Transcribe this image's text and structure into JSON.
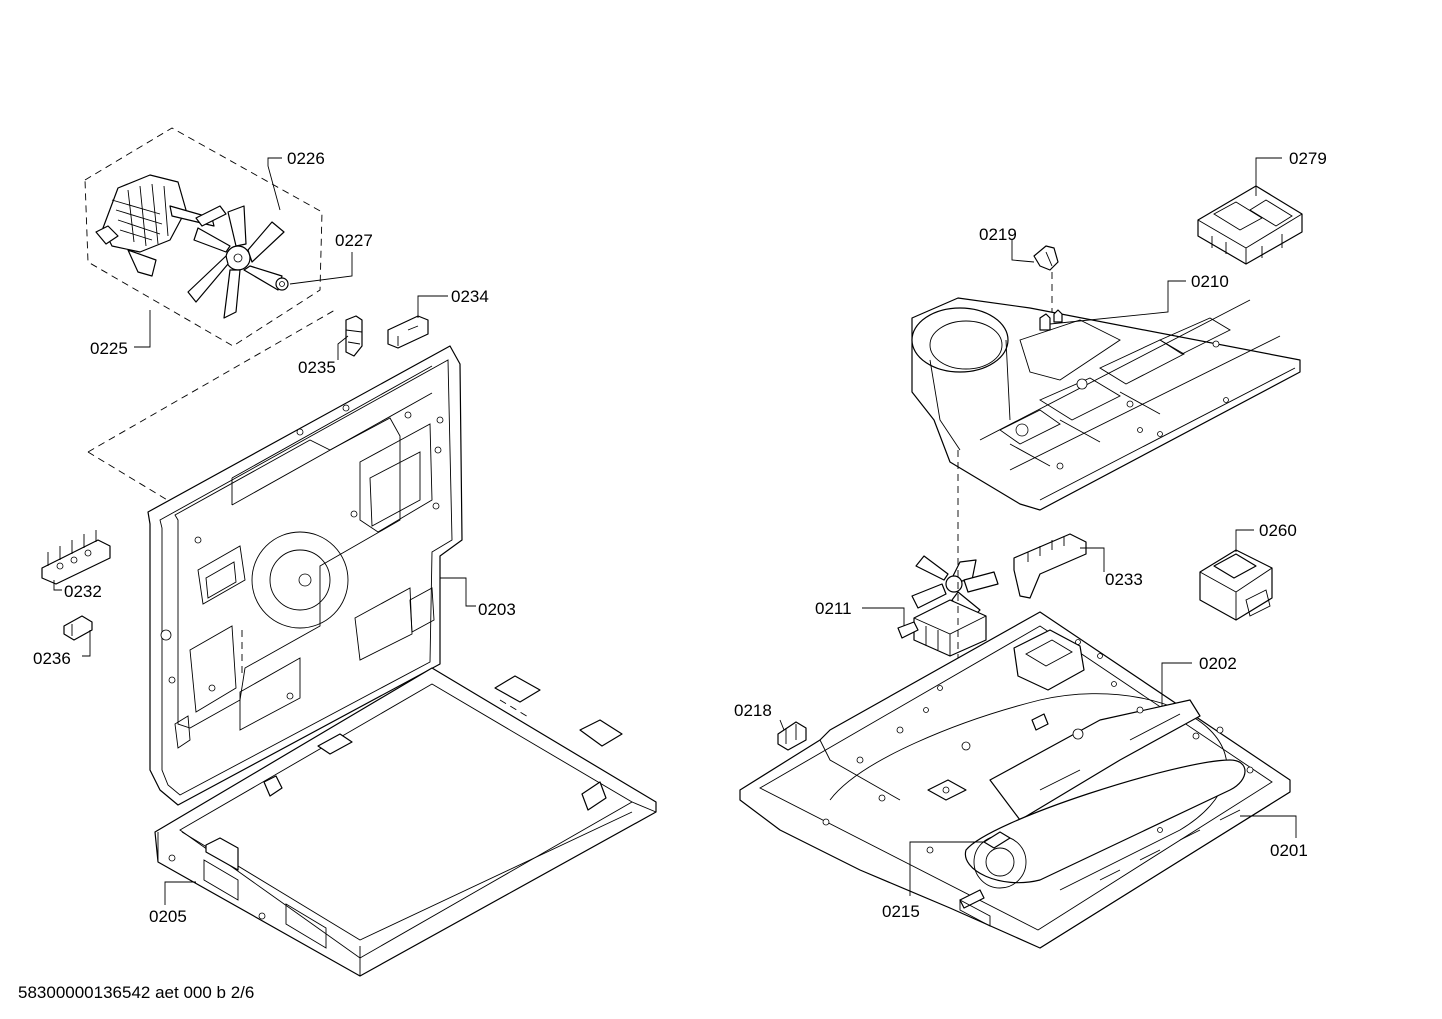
{
  "labels": {
    "p0201": "0201",
    "p0202": "0202",
    "p0203": "0203",
    "p0205": "0205",
    "p0210": "0210",
    "p0211": "0211",
    "p0215": "0215",
    "p0218": "0218",
    "p0219": "0219",
    "p0225": "0225",
    "p0226": "0226",
    "p0227": "0227",
    "p0232": "0232",
    "p0233": "0233",
    "p0234": "0234",
    "p0235": "0235",
    "p0236": "0236",
    "p0260": "0260",
    "p0279": "0279"
  },
  "footer": {
    "document_code": "58300000136542 aet 000 b 2/6"
  }
}
